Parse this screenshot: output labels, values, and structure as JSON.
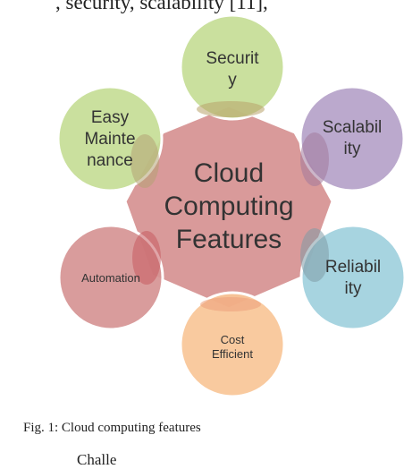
{
  "top_text": ", security, scalability [11],",
  "diagram": {
    "center": {
      "lines": [
        "Cloud",
        "Computing",
        "Features"
      ],
      "color": "#d99a9a"
    },
    "nodes": [
      {
        "id": "security",
        "lines": [
          "Securit",
          "y"
        ],
        "color": "#c6dd96"
      },
      {
        "id": "scalability",
        "lines": [
          "Scalabil",
          "ity"
        ],
        "color": "#b5a2c9"
      },
      {
        "id": "reliability",
        "lines": [
          "Reliabil",
          "ity"
        ],
        "color": "#9fd0dd"
      },
      {
        "id": "cost-efficient",
        "lines": [
          "Cost",
          "Efficient"
        ],
        "color": "#f8c597"
      },
      {
        "id": "automation",
        "lines": [
          "Automation"
        ],
        "color": "#d69494"
      },
      {
        "id": "easy-maintenance",
        "lines": [
          "Easy",
          "Mainte",
          "nance"
        ],
        "color": "#c6dd96"
      }
    ]
  },
  "caption": "Fig. 1: Cloud computing features",
  "bottom_text": "Challe"
}
